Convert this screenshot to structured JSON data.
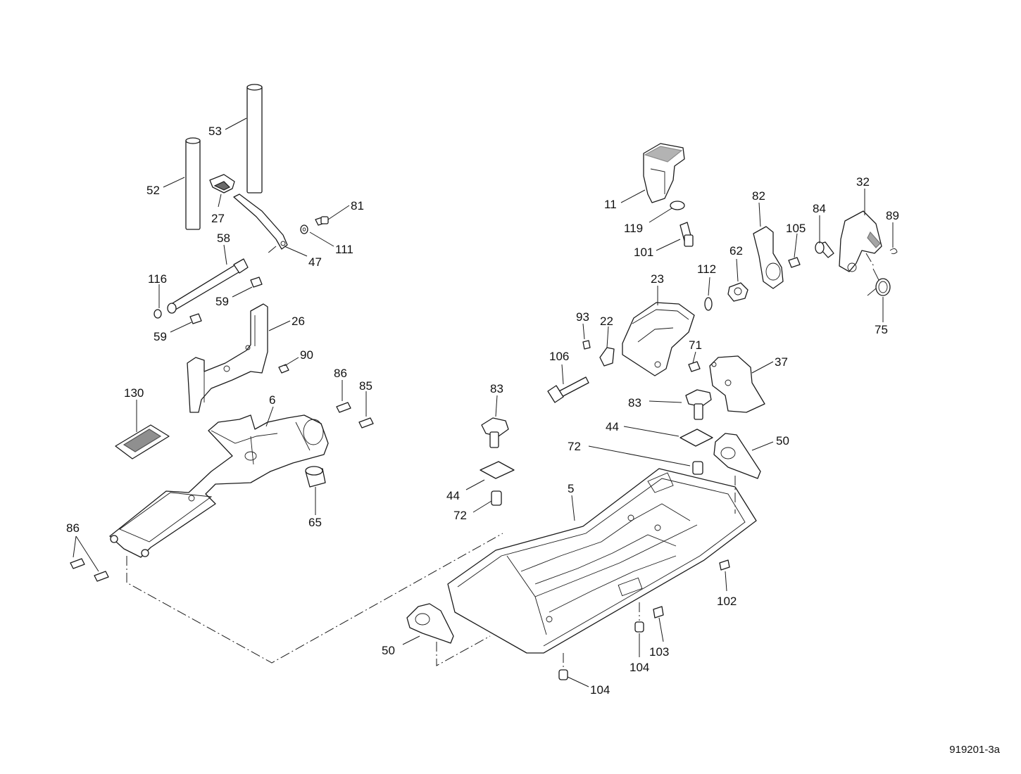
{
  "drawing_number": "919201-3a",
  "callouts": {
    "c53": "53",
    "c52": "52",
    "c27": "27",
    "c81": "81",
    "c111": "111",
    "c58": "58",
    "c47": "47",
    "c116": "116",
    "c59a": "59",
    "c59b": "59",
    "c26": "26",
    "c90": "90",
    "c130": "130",
    "c6": "6",
    "c86a": "86",
    "c85": "85",
    "c65": "65",
    "c86b": "86",
    "c11": "11",
    "c119": "119",
    "c101": "101",
    "c82": "82",
    "c105": "105",
    "c84": "84",
    "c32": "32",
    "c89": "89",
    "c62": "62",
    "c112": "112",
    "c23": "23",
    "c75": "75",
    "c93": "93",
    "c22": "22",
    "c71": "71",
    "c37": "37",
    "c106": "106",
    "c83a": "83",
    "c83b": "83",
    "c44a": "44",
    "c44b": "44",
    "c72a": "72",
    "c72b": "72",
    "c50a": "50",
    "c50b": "50",
    "c5": "5",
    "c102": "102",
    "c103": "103",
    "c104a": "104",
    "c104b": "104"
  }
}
